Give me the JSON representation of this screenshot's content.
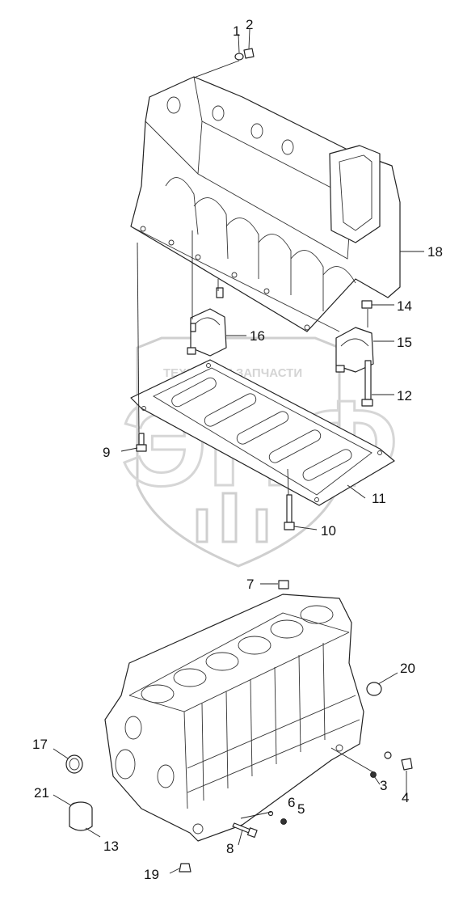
{
  "watermark": {
    "text": "ТЕХНИКА И ЗАПЧАСТИ",
    "logo": "ЭПФ"
  },
  "callouts": [
    {
      "id": "1",
      "label": "1"
    },
    {
      "id": "2",
      "label": "2"
    },
    {
      "id": "18",
      "label": "18"
    },
    {
      "id": "14",
      "label": "14"
    },
    {
      "id": "16",
      "label": "16"
    },
    {
      "id": "15",
      "label": "15"
    },
    {
      "id": "12",
      "label": "12"
    },
    {
      "id": "9",
      "label": "9"
    },
    {
      "id": "11",
      "label": "11"
    },
    {
      "id": "10",
      "label": "10"
    },
    {
      "id": "7",
      "label": "7"
    },
    {
      "id": "20",
      "label": "20"
    },
    {
      "id": "17",
      "label": "17"
    },
    {
      "id": "3",
      "label": "3"
    },
    {
      "id": "4",
      "label": "4"
    },
    {
      "id": "21",
      "label": "21"
    },
    {
      "id": "6",
      "label": "6"
    },
    {
      "id": "5",
      "label": "5"
    },
    {
      "id": "13",
      "label": "13"
    },
    {
      "id": "8",
      "label": "8"
    },
    {
      "id": "19",
      "label": "19"
    }
  ]
}
